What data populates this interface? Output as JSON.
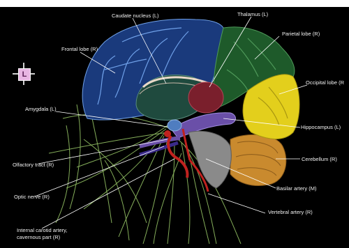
{
  "orientation": {
    "label": "L"
  },
  "labels": {
    "caudate": "Caudate nucleus (L)",
    "thalamus": "Thalamus (L)",
    "frontal": "Frontal lobe (R)",
    "parietal": "Parietal lobe (R)",
    "occipital": "Occipital lobe (R",
    "amygdala": "Amygdala (L)",
    "hippocampus": "Hippocampus (L)",
    "cerebellum": "Cerebellum (R)",
    "olfactory": "Olfactory tract (R)",
    "optic": "Optic nerve (R)",
    "basilar": "Basilar artery (M)",
    "vertebral": "Vertebral artery (R)",
    "ica_line1": "Internal carotid artery,",
    "ica_line2": "cavernous part (R)"
  },
  "colors": {
    "frontal": "#1a3a7c",
    "parietal": "#1e5a2a",
    "occipital": "#e3cf1c",
    "cerebellum": "#c98a2e",
    "thalamus": "#7a1f2c",
    "caudate": "#1f4a3e",
    "hippocampus": "#6a4fa8",
    "nerves": "#9ccc6a",
    "artery": "#c0221f",
    "brainstem": "#8a8a8a"
  }
}
